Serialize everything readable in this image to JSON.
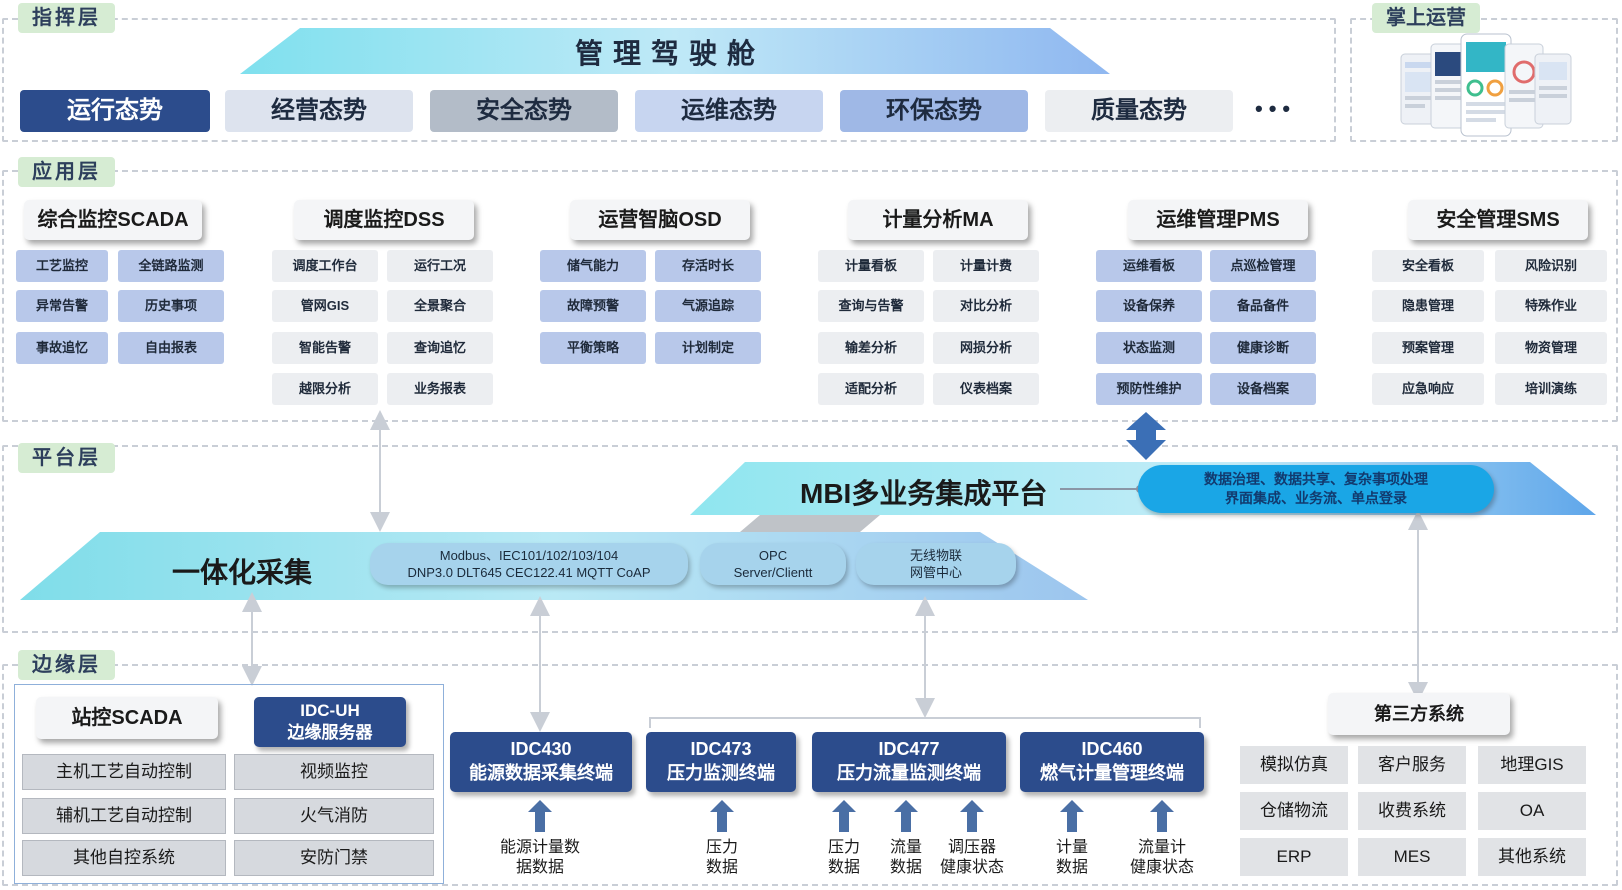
{
  "layers": {
    "command": "指挥层",
    "mobile": "掌上运营",
    "application": "应用层",
    "platform": "平台层",
    "edge": "边缘层"
  },
  "cockpit": {
    "title": "管理驾驶舱",
    "tabs": [
      "运行态势",
      "经营态势",
      "安全态势",
      "运维态势",
      "环保态势",
      "质量态势"
    ],
    "more": "•••"
  },
  "apps": [
    {
      "title": "综合监控SCADA",
      "items": [
        "工艺监控",
        "全链路监测",
        "异常告警",
        "历史事项",
        "事故追忆",
        "自由报表"
      ]
    },
    {
      "title": "调度监控DSS",
      "items": [
        "调度工作台",
        "运行工况",
        "管网GIS",
        "全景聚合",
        "智能告警",
        "查询追忆",
        "越限分析",
        "业务报表"
      ]
    },
    {
      "title": "运营智脑OSD",
      "items": [
        "储气能力",
        "存活时长",
        "故障预警",
        "气源追踪",
        "平衡策略",
        "计划制定"
      ]
    },
    {
      "title": "计量分析MA",
      "items": [
        "计量看板",
        "计量计费",
        "查询与告警",
        "对比分析",
        "输差分析",
        "网损分析",
        "适配分析",
        "仪表档案"
      ]
    },
    {
      "title": "运维管理PMS",
      "items": [
        "运维看板",
        "点巡检管理",
        "设备保养",
        "备品备件",
        "状态监测",
        "健康诊断",
        "预防性维护",
        "设备档案"
      ]
    },
    {
      "title": "安全管理SMS",
      "items": [
        "安全看板",
        "风险识别",
        "隐患管理",
        "特殊作业",
        "预案管理",
        "物资管理",
        "应急响应",
        "培训演练"
      ]
    }
  ],
  "platform": {
    "mbi_title": "MBI多业务集成平台",
    "mbi_line1": "数据治理、数据共享、复杂事项处理",
    "mbi_line2": "界面集成、业务流、单点登录",
    "collect_title": "一体化采集",
    "proto1_line1": "Modbus、IEC101/102/103/104",
    "proto1_line2": "DNP3.0 DLT645 CEC122.41 MQTT  CoAP",
    "proto2_line1": "OPC",
    "proto2_line2": "Server/Clientt",
    "proto3_line1": "无线物联",
    "proto3_line2": "网管中心"
  },
  "edge": {
    "scada_title": "站控SCADA",
    "idc_uh_line1": "IDC-UH",
    "idc_uh_line2": "边缘服务器",
    "left_items": [
      "主机工艺自动控制",
      "辅机工艺自动控制",
      "其他自控系统"
    ],
    "right_items": [
      "视频监控",
      "火气消防",
      "安防门禁"
    ],
    "terminals": [
      {
        "code": "IDC430",
        "name": "能源数据采集终端"
      },
      {
        "code": "IDC473",
        "name": "压力监测终端"
      },
      {
        "code": "IDC477",
        "name": "压力流量监测终端"
      },
      {
        "code": "IDC460",
        "name": "燃气计量管理终端"
      }
    ],
    "sources": [
      {
        "line1": "能源计量数",
        "line2": "据数据"
      },
      {
        "line1": "压力",
        "line2": "数据"
      },
      {
        "line1": "压力",
        "line2": "数据"
      },
      {
        "line1": "流量",
        "line2": "数据"
      },
      {
        "line1": "调压器",
        "line2": "健康状态"
      },
      {
        "line1": "计量",
        "line2": "数据"
      },
      {
        "line1": "流量计",
        "line2": "健康状态"
      }
    ],
    "third_party_title": "第三方系统",
    "third_party": [
      "模拟仿真",
      "客户服务",
      "地理GIS",
      "仓储物流",
      "收费系统",
      "OA",
      "ERP",
      "MES",
      "其他系统"
    ]
  },
  "colors": {
    "tab_active": "#2c4c8c",
    "cell_blue": "#b8c8ea",
    "cell_gray": "#eceef1",
    "layer_tag": "#d6ecd3",
    "idc_blue": "#2c4c8c"
  }
}
